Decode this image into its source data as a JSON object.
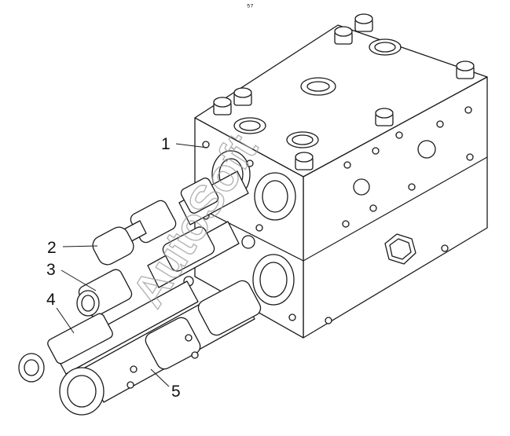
{
  "figure": {
    "top_mark": "⁵⁷",
    "callouts": [
      {
        "label": "1"
      },
      {
        "label": "2"
      },
      {
        "label": "3"
      },
      {
        "label": "4"
      },
      {
        "label": "5"
      }
    ],
    "watermark": "AutoSoft",
    "colors": {
      "line": "#1a1a1a",
      "paper": "#ffffff",
      "watermark": "#9a9a9a"
    }
  }
}
